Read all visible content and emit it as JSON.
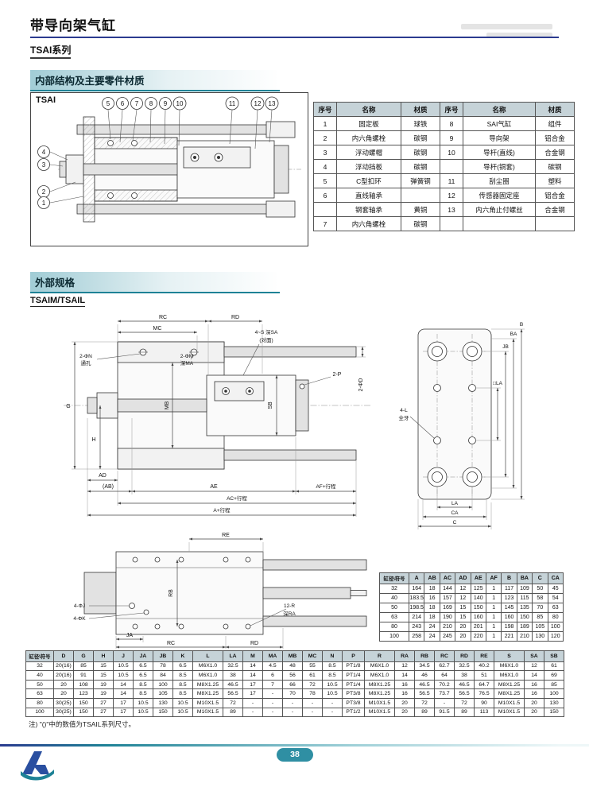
{
  "page": {
    "title": "带导向架气缸",
    "series": "TSAI系列",
    "footer_page": "38"
  },
  "internal": {
    "heading": "内部结构及主要零件材质",
    "drawing_label": "TSAI",
    "callouts_top": [
      "5",
      "6",
      "7",
      "8",
      "9",
      "10"
    ],
    "callouts_right": [
      "11",
      "12",
      "13"
    ],
    "callouts_left": [
      "4",
      "3",
      "2",
      "1"
    ],
    "parts_table": {
      "headers": [
        "序号",
        "名称",
        "材质",
        "序号",
        "名称",
        "材质"
      ],
      "rows": [
        [
          "1",
          "固定板",
          "球铁",
          "8",
          "SAI气缸",
          "组件"
        ],
        [
          "2",
          "内六角螺栓",
          "碳钢",
          "9",
          "导向架",
          "铝合金"
        ],
        [
          "3",
          "浮动螺帽",
          "碳钢",
          "10",
          "导杆(直线)",
          "合金钢"
        ],
        [
          "4",
          "浮动挡板",
          "碳钢",
          "",
          "导杆(铜套)",
          "碳钢"
        ],
        [
          "5",
          "C型扣环",
          "弹簧钢",
          "11",
          "刮尘圈",
          "塑料"
        ],
        [
          "6",
          "直线轴承",
          "",
          "12",
          "传感器固定座",
          "铝合金"
        ],
        [
          "",
          "钢套轴承",
          "黄铜",
          "13",
          "内六角止付螺丝",
          "合金钢"
        ],
        [
          "7",
          "内六角螺栓",
          "碳钢",
          "",
          "",
          ""
        ]
      ]
    }
  },
  "external": {
    "heading": "外部规格",
    "model_label": "TSAIM/TSAIL",
    "labels": {
      "rc": "RC",
      "rd": "RD",
      "mc": "MC",
      "s4": "4~S 深SA",
      "s4b": "(对面)",
      "d2": "2-ΦD",
      "n2": "2-ΦN",
      "n2b": "通孔",
      "m2": "2-ΦM",
      "m2b": "深MA",
      "g": "G",
      "mb": "MB",
      "sb": "SB",
      "p2": "2-P",
      "h": "H",
      "ad": "AD",
      "ab": "(AB)",
      "ae": "AE",
      "af": "AF+行程",
      "ac": "AC+行程",
      "a": "A+行程",
      "la_sq": "□LA",
      "jb": "JB",
      "ba": "BA",
      "b": "B",
      "l4": "4-L",
      "l4b": "全牙",
      "la": "LA",
      "ca": "CA",
      "c": "C",
      "re": "RE",
      "rb": "RB",
      "j4": "4-ΦJ",
      "k4": "4-ΦK",
      "ja": "JA",
      "rc2": "RC",
      "rd2": "RD",
      "r12": "12-R",
      "r12b": "深RA"
    },
    "dim_table_1": {
      "headers": [
        "缸径\\符号",
        "A",
        "AB",
        "AC",
        "AD",
        "AE",
        "AF",
        "B",
        "BA",
        "C",
        "CA"
      ],
      "rows": [
        [
          "32",
          "164",
          "18",
          "144",
          "12",
          "125",
          "1",
          "117",
          "109",
          "50",
          "45"
        ],
        [
          "40",
          "183.5",
          "16",
          "157",
          "12",
          "140",
          "1",
          "123",
          "115",
          "58",
          "54"
        ],
        [
          "50",
          "198.5",
          "18",
          "169",
          "15",
          "150",
          "1",
          "145",
          "135",
          "70",
          "63"
        ],
        [
          "63",
          "214",
          "18",
          "190",
          "15",
          "160",
          "1",
          "160",
          "150",
          "85",
          "80"
        ],
        [
          "80",
          "243",
          "24",
          "210",
          "20",
          "201",
          "1",
          "198",
          "189",
          "105",
          "100"
        ],
        [
          "100",
          "258",
          "24",
          "245",
          "20",
          "220",
          "1",
          "221",
          "210",
          "130",
          "120"
        ]
      ]
    },
    "dim_table_2": {
      "headers": [
        "缸径\\符号",
        "D",
        "G",
        "H",
        "J",
        "JA",
        "JB",
        "K",
        "L",
        "LA",
        "M",
        "MA",
        "MB",
        "MC",
        "N",
        "P",
        "R",
        "RA",
        "RB",
        "RC",
        "RD",
        "RE",
        "S",
        "SA",
        "SB"
      ],
      "rows": [
        [
          "32",
          "20(16)",
          "85",
          "15",
          "10.5",
          "6.5",
          "78",
          "6.5",
          "M6X1.0",
          "32.5",
          "14",
          "4.5",
          "48",
          "55",
          "8.5",
          "PT1/8",
          "M6X1.0",
          "12",
          "34.5",
          "62.7",
          "32.5",
          "40.2",
          "M6X1.0",
          "12",
          "61"
        ],
        [
          "40",
          "20(16)",
          "91",
          "15",
          "10.5",
          "6.5",
          "84",
          "8.5",
          "M6X1.0",
          "38",
          "14",
          "6",
          "56",
          "61",
          "8.5",
          "PT1/4",
          "M6X1.0",
          "14",
          "46",
          "64",
          "38",
          "51",
          "M6X1.0",
          "14",
          "69"
        ],
        [
          "50",
          "20",
          "108",
          "19",
          "14",
          "8.5",
          "100",
          "8.5",
          "M8X1.25",
          "46.5",
          "17",
          "7",
          "66",
          "72",
          "10.5",
          "PT1/4",
          "M8X1.25",
          "16",
          "46.5",
          "70.2",
          "46.5",
          "64.7",
          "M8X1.25",
          "16",
          "85"
        ],
        [
          "63",
          "20",
          "123",
          "19",
          "14",
          "8.5",
          "105",
          "8.5",
          "M8X1.25",
          "56.5",
          "17",
          "-",
          "70",
          "78",
          "10.5",
          "PT3/8",
          "M8X1.25",
          "16",
          "56.5",
          "73.7",
          "56.5",
          "76.5",
          "M8X1.25",
          "16",
          "100"
        ],
        [
          "80",
          "30(25)",
          "150",
          "27",
          "17",
          "10.5",
          "130",
          "10.5",
          "M10X1.5",
          "72",
          "-",
          "-",
          "-",
          "-",
          "-",
          "PT3/8",
          "M10X1.5",
          "20",
          "72",
          "-",
          "72",
          "90",
          "M10X1.5",
          "20",
          "130"
        ],
        [
          "100",
          "30(25)",
          "150",
          "27",
          "17",
          "10.5",
          "150",
          "10.5",
          "M10X1.5",
          "89",
          "-",
          "-",
          "-",
          "-",
          "-",
          "PT1/2",
          "M10X1.5",
          "20",
          "89",
          "91.5",
          "89",
          "113",
          "M10X1.5",
          "20",
          "150"
        ]
      ]
    },
    "note": "注) \"()\"中的数值为TSAIL系列尺寸。"
  }
}
